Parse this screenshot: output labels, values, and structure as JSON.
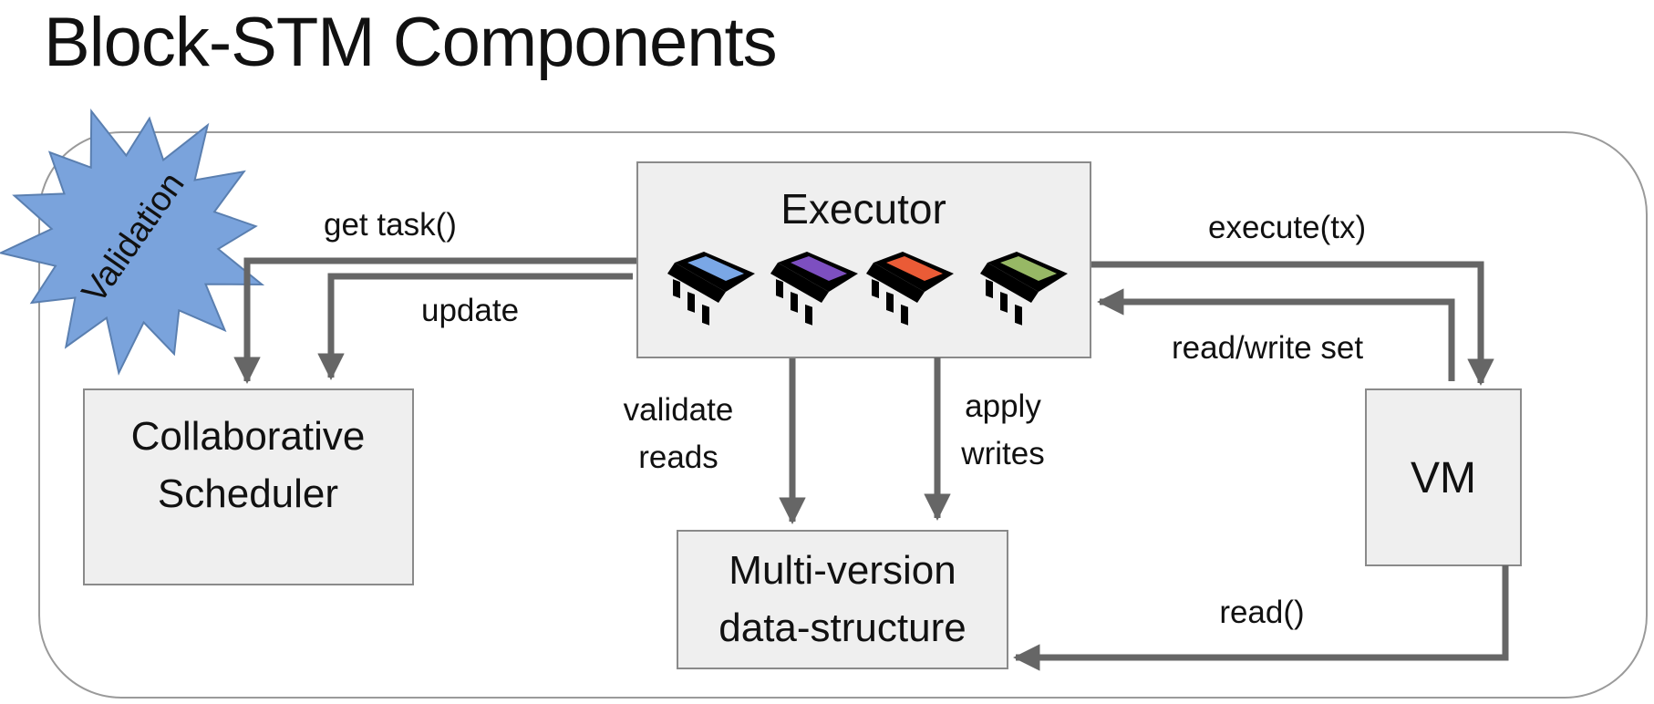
{
  "title": "Block-STM Components",
  "badge": {
    "label": "Validation",
    "fill": "#7aa3dc",
    "stroke": "#5a7fb0"
  },
  "components": {
    "executor": {
      "label": "Executor"
    },
    "scheduler": {
      "line1": "Collaborative",
      "line2": "Scheduler"
    },
    "mvmemory": {
      "line1": "Multi-version",
      "line2": "data-structure"
    },
    "vm": {
      "label": "VM"
    }
  },
  "edges": {
    "get_task": "get task()",
    "update": "update",
    "execute": "execute(tx)",
    "rw_set": "read/write set",
    "validate_reads": {
      "line1": "validate",
      "line2": "reads"
    },
    "apply_writes": {
      "line1": "apply",
      "line2": "writes"
    },
    "read": "read()"
  },
  "processor_icons": [
    {
      "name": "cpu-chip-blue",
      "color": "#7aa7e6"
    },
    {
      "name": "cpu-chip-purple",
      "color": "#7d4fc0"
    },
    {
      "name": "cpu-chip-orange",
      "color": "#ea5b36"
    },
    {
      "name": "cpu-chip-green",
      "color": "#97b865"
    }
  ],
  "colors": {
    "box_fill": "#efefef",
    "box_stroke": "#8a8a8a",
    "arrow": "#666666",
    "frame": "#9a9a9a"
  }
}
